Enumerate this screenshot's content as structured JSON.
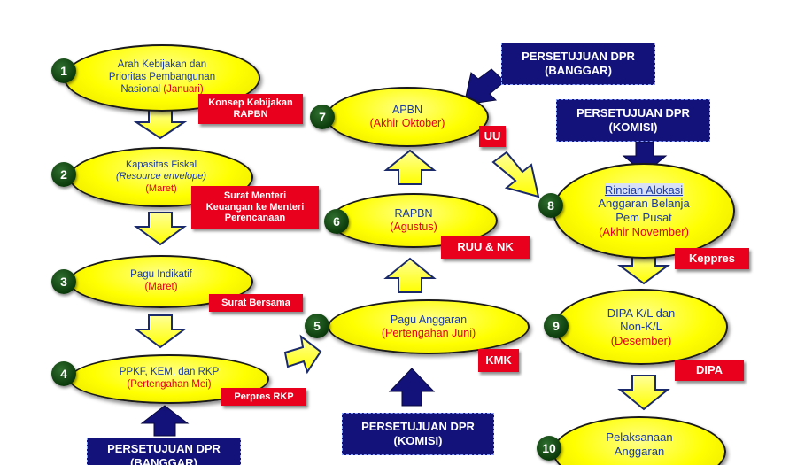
{
  "steps": [
    {
      "num": "1",
      "l1": "Arah Kebijakan dan",
      "l2": "Prioritas Pembangunan",
      "l3": "Nasional",
      "when": "(Januari)"
    },
    {
      "num": "2",
      "l1": "Kapasitas Fiskal",
      "l2": "(Resource envelope)",
      "when": "(Maret)"
    },
    {
      "num": "3",
      "l1": "Pagu Indikatif",
      "when": "(Maret)"
    },
    {
      "num": "4",
      "l1": "PPKF, KEM, dan RKP",
      "when": "(Pertengahan Mei)"
    },
    {
      "num": "5",
      "l1": "Pagu Anggaran",
      "when": "(Pertengahan Juni)"
    },
    {
      "num": "6",
      "l1": "RAPBN",
      "when": "(Agustus)"
    },
    {
      "num": "7",
      "l1": "APBN",
      "when": "(Akhir Oktober)"
    },
    {
      "num": "8",
      "l1": "Rincian Alokasi",
      "l2": "Anggaran Belanja",
      "l3": "Pem Pusat",
      "when": "(Akhir November)"
    },
    {
      "num": "9",
      "l1": "DIPA K/L dan",
      "l2": "Non-K/L",
      "when": "(Desember)"
    },
    {
      "num": "10",
      "l1": "Pelaksanaan",
      "l2": "Anggaran"
    }
  ],
  "tags": {
    "t1a": "Konsep Kebijakan",
    "t1b": "RAPBN",
    "t2a": "Surat Menteri",
    "t2b": "Keuangan ke Menteri",
    "t2c": "Perencanaan",
    "t3": "Surat Bersama",
    "t4": "Perpres RKP",
    "t5": "KMK",
    "t6": "RUU & NK",
    "t7": "UU",
    "t8": "Keppres",
    "t9": "DIPA"
  },
  "boxes": {
    "banggar_top": {
      "a": "PERSETUJUAN DPR",
      "b": "(BANGGAR)"
    },
    "komisi_top": {
      "a": "PERSETUJUAN DPR",
      "b": "(KOMISI)"
    },
    "komisi_bottom": {
      "a": "PERSETUJUAN DPR",
      "b": "(KOMISI)"
    },
    "banggar_bottom": {
      "a": "PERSETUJUAN DPR",
      "b": "(BANGGAR)"
    }
  },
  "colors": {
    "ellipse": "#ffff00",
    "tag": "#e8001c",
    "box": "#12127a",
    "text": "#1a3aa6",
    "accent": "#e0001b"
  }
}
